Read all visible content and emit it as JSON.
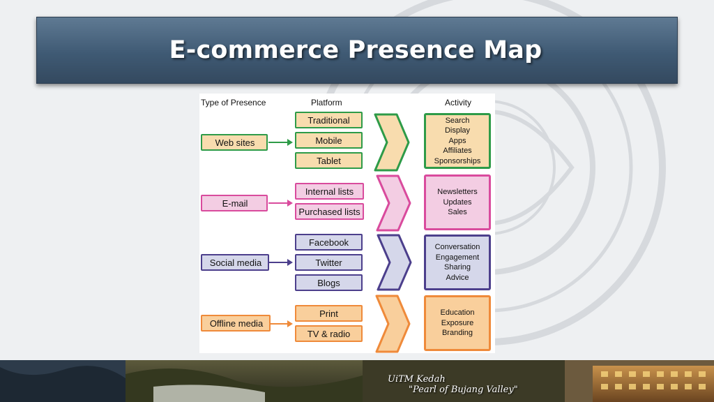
{
  "slide": {
    "title": "E-commerce Presence Map"
  },
  "diagram": {
    "headers": {
      "type": "Type of Presence",
      "platform": "Platform",
      "activity": "Activity"
    },
    "rows": [
      {
        "type": "Web sites",
        "platforms": [
          "Traditional",
          "Mobile",
          "Tablet"
        ],
        "activities": [
          "Search",
          "Display",
          "Apps",
          "Affiliates",
          "Sponsorships"
        ],
        "color": "#2e9b48",
        "fill": "#f8dcae"
      },
      {
        "type": "E-mail",
        "platforms": [
          "Internal lists",
          "Purchased lists"
        ],
        "activities": [
          "Newsletters",
          "Updates",
          "Sales"
        ],
        "color": "#d94b9d",
        "fill": "#f3cde3"
      },
      {
        "type": "Social media",
        "platforms": [
          "Facebook",
          "Twitter",
          "Blogs"
        ],
        "activities": [
          "Conversation",
          "Engagement",
          "Sharing",
          "Advice"
        ],
        "color": "#4c3f8c",
        "fill": "#d5d7ea"
      },
      {
        "type": "Offline media",
        "platforms": [
          "Print",
          "TV & radio"
        ],
        "activities": [
          "Education",
          "Exposure",
          "Branding"
        ],
        "color": "#ef8a3a",
        "fill": "#f9cf9c"
      }
    ]
  },
  "footer": {
    "line1": "UiTM Kedah",
    "line2": "\"Pearl of Bujang Valley\""
  }
}
